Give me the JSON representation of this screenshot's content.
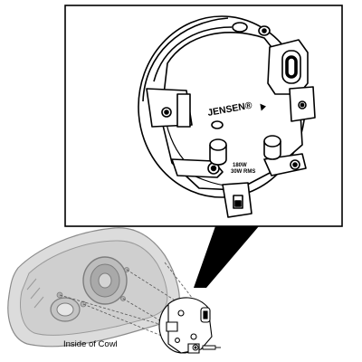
{
  "caption": "Inside of Cowl",
  "detail": {
    "brand_text": "JENSEN®",
    "rating_line1": "180W",
    "rating_line2": "30W RMS"
  },
  "colors": {
    "line": "#000000",
    "cowl_fill": "#d9d9d9",
    "cowl_stroke": "#8c8c8c",
    "background": "#ffffff"
  }
}
